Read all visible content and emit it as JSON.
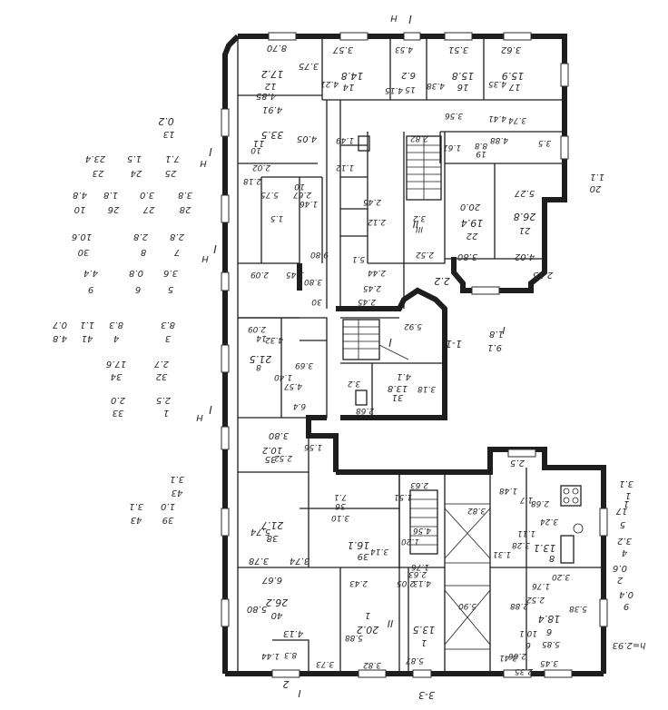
{
  "plan": {
    "labels": {
      "r_top1": "8.70",
      "r_top2": "3.75",
      "r_top3": "17.2",
      "r_top4": "12",
      "r_top5": "4.85",
      "r_a1": "4.91",
      "r_a2": "33.5",
      "r_a3": "11",
      "r_a4": "4.05",
      "r_a5": "10",
      "r_b1": "3.57",
      "r_b2": "14.8",
      "r_b3": "14",
      "r_b4": "4.21",
      "r_c1": "4.53",
      "r_c2": "6.2",
      "r_c3": "15",
      "r_c4": "4.15",
      "r_d1": "3.51",
      "r_d2": "15.8",
      "r_d3": "16",
      "r_d4": "4.38",
      "r_d5": "3.56",
      "r_e1": "3.62",
      "r_e2": "15.9",
      "r_e3": "17",
      "r_e4": "4.35",
      "r_e5": "3.74",
      "r_e6": "4.41",
      "left1": "0.2",
      "left2": "13",
      "left3": "7.1",
      "left4": "25",
      "left5": "1.5",
      "left6": "24",
      "left7": "23.4",
      "left8": "23",
      "left9": "3.8",
      "left10": "28",
      "left11": "3.0",
      "left12": "27",
      "left13": "1.8",
      "left14": "26",
      "left15": "4.8",
      "left16": "10",
      "left17": "2.8",
      "left18": "7",
      "left19": "2.8",
      "left20": "8",
      "left21": "10.6",
      "left22": "30",
      "left23": "3.6",
      "left24": "5",
      "left25": "0.8",
      "left26": "6",
      "left27": "4.4",
      "left28": "9",
      "left29": "8.3",
      "left30": "3",
      "left31": "8.3",
      "left32": "4",
      "left33": "1.1",
      "left34": "41",
      "left35": "0.7",
      "left36": "4.8",
      "left37": "2.7",
      "left38": "32",
      "left39": "17.6",
      "left40": "34",
      "left41": "2.5",
      "left42": "1",
      "left43": "2.0",
      "left44": "33",
      "left45": "3.1",
      "left46": "43",
      "left47": "1.0",
      "left48": "39",
      "left49": "3.1",
      "left50": "43",
      "m1": "2.02",
      "m2": "2.18",
      "m3": "5.75",
      "m4": "10",
      "m5": "2.67",
      "m6": "1.46",
      "m7": "1.5",
      "m8": "9.80",
      "m9": "2.09",
      "m10": "1.45",
      "m11": "3.80",
      "m12": "30",
      "m13": "2.45",
      "m14": "2.45",
      "m15": "2.44",
      "m16": "5.1",
      "m17": "3.2",
      "m18": "III",
      "m19": "2.52",
      "m20": "2.82",
      "m21": "1.49",
      "m22": "1.12",
      "m23": "2.45",
      "m24": "2.12",
      "big1": "3.80",
      "big2": "19.4",
      "big3": "22",
      "big4": "20.0",
      "big5": "4.02",
      "big6": "26.8",
      "big7": "21",
      "big8": "5.27",
      "big9": "2.15",
      "big10": "1.61",
      "big11": "3.5",
      "big12": "4.88",
      "big13": "8.8",
      "big14": "19",
      "right1": "20",
      "right2": "1.1",
      "mid1": "2.09",
      "mid2": "14",
      "mid3": "21.5",
      "mid4": "8",
      "mid5": "4.32",
      "mid6": "3.69",
      "mid7": "4.57",
      "mid8": "6.4",
      "mid9": "1.40",
      "mid10": "3.80",
      "mid11": "10.2",
      "mid12": "35",
      "mid13": "2.52",
      "mid14": "1.56",
      "stair1": "5.92",
      "stair2": "I",
      "stair3": "4.1",
      "stair4": "13.8",
      "stair5": "31",
      "stair6": "3.2",
      "stair7": "3.18",
      "stair8": "2.68",
      "stair9": "9.1",
      "stair10": "1.8",
      "low1": "5.74",
      "low2": "21.7",
      "low3": "38",
      "low4": "3.78",
      "low5": "3.10",
      "low6": "36",
      "low7": "7.1",
      "low8": "3.74",
      "low9": "16.1",
      "low10": "39",
      "low11": "3.14",
      "low12": "2.63",
      "low13": "1.51",
      "low14": "4.56",
      "low15": "1.20",
      "low16": "2.63",
      "low17": "4.13",
      "low18": "3.82",
      "low19": "1.76",
      "bot1": "6.67",
      "bot2": "26.2",
      "bot3": "40",
      "bot4": "5.80",
      "bot5": "4.13",
      "bot6": "1.44",
      "bot7": "8.3",
      "bot8": "3.73",
      "bot9": "2.43",
      "bot10": "20.2",
      "bot11": "1",
      "bot12": "5.88",
      "bot13": "3.82",
      "bot14": "2.05",
      "bot15": "13.5",
      "bot16": "1",
      "bot17": "5.87",
      "bot18": "5.90",
      "br1": "2.5",
      "br2": "1.48",
      "br3": "2.68",
      "br4": "1.7",
      "br5": "3.24",
      "br6": "13.1",
      "br7": "8",
      "br8": "1.11",
      "br9": "3.28",
      "br10": "1.31",
      "br11": "3.20",
      "br12": "1.76",
      "br13": "5.38",
      "br14": "18.4",
      "br15": "6",
      "br16": "5.85",
      "br17": "10.1",
      "br18": "6",
      "br19": "2.66",
      "br20": "3.45",
      "br21": "3.41",
      "br22": "2.35",
      "br23": "2.88",
      "br24": "2.52",
      "edge1": "3.1",
      "edge2": "1",
      "edge3": "17",
      "edge4": "5",
      "edge5": "3.2",
      "edge6": "4",
      "edge7": "0.6",
      "edge8": "2",
      "edge9": "0.4",
      "edge10": "9",
      "edge11": "h=2.93",
      "sec1": "H",
      "sec2": "I",
      "sec3": "I",
      "sec4": "H",
      "sec5": "I",
      "sec6": "H",
      "sec7": "I",
      "sec8": "H",
      "sec9": "II",
      "sec10": "II",
      "sec11": "1-1",
      "sec12": "I",
      "sec13": "3-3",
      "sec14": "2",
      "sec15": "I",
      "sec16": "1",
      "sec17": "2.2"
    }
  }
}
